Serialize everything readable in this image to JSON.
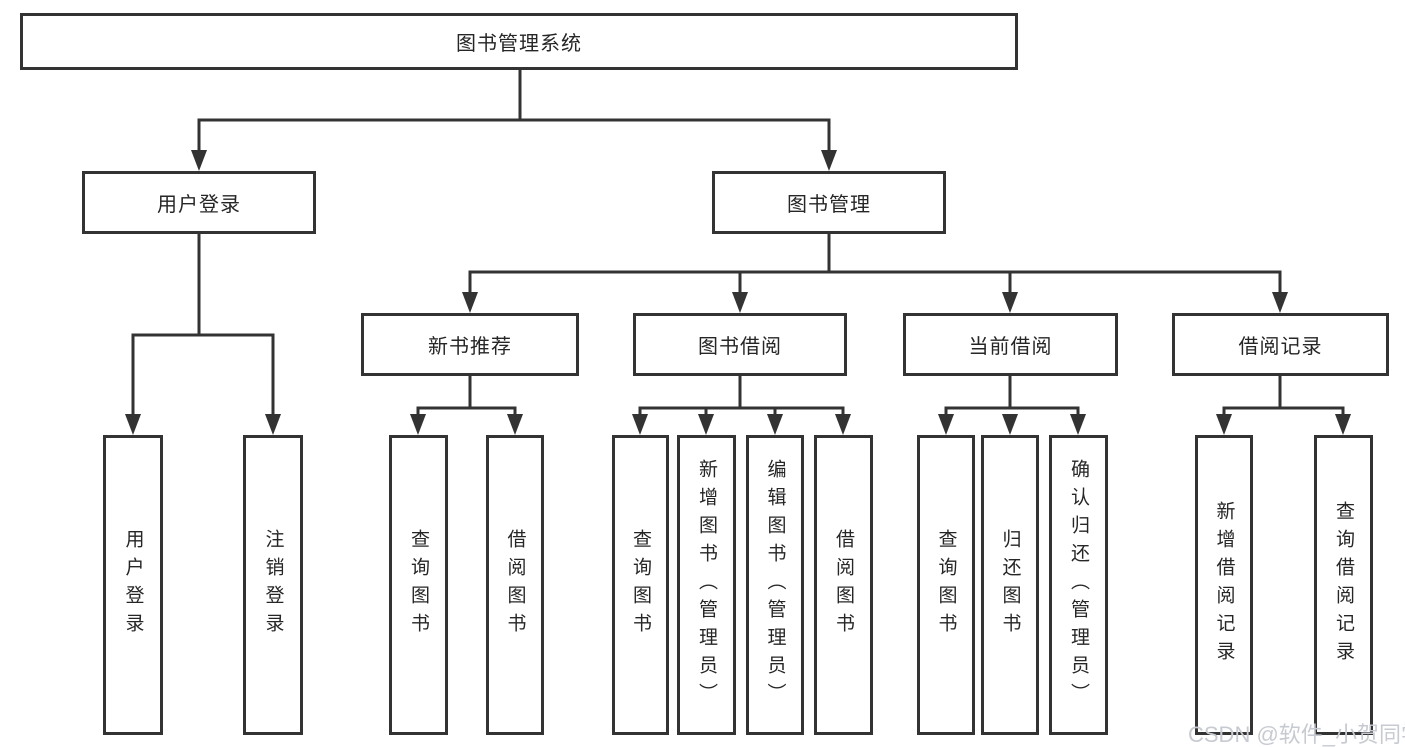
{
  "diagram": {
    "root": {
      "label": "图书管理系统"
    },
    "level2": [
      {
        "label": "用户登录"
      },
      {
        "label": "图书管理"
      }
    ],
    "level3": [
      {
        "label": "新书推荐"
      },
      {
        "label": "图书借阅"
      },
      {
        "label": "当前借阅"
      },
      {
        "label": "借阅记录"
      }
    ],
    "leaves": {
      "user_login": [
        "用户登录",
        "注销登录"
      ],
      "new_books": [
        "查询图书",
        "借阅图书"
      ],
      "book_borrow": [
        "查询图书",
        "新增图书（管理员）",
        "编辑图书（管理员）",
        "借阅图书"
      ],
      "current_borrow": [
        "查询图书",
        "归还图书",
        "确认归还（管理员）"
      ],
      "borrow_records": [
        "新增借阅记录",
        "查询借阅记录"
      ]
    }
  },
  "watermark": {
    "text": "CSDN @软件_小贺同学"
  },
  "colors": {
    "line": "#333333",
    "text": "#262626",
    "watermark": "#c7cbd1",
    "background": "#ffffff"
  }
}
